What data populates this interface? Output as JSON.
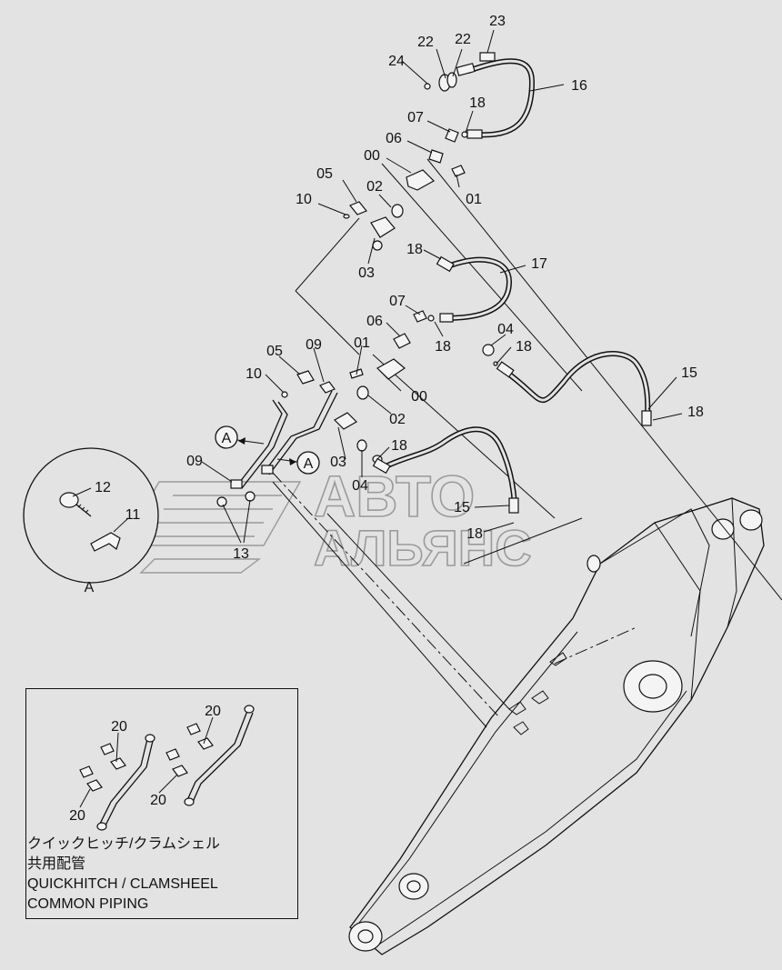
{
  "labels": {
    "p16": "16",
    "p17": "17",
    "p15a": "15",
    "p15b": "15",
    "p18a": "18",
    "p18b": "18",
    "p18c": "18",
    "p18d": "18",
    "p18e": "18",
    "p18f": "18",
    "p18g": "18",
    "p22a": "22",
    "p22b": "22",
    "p23": "23",
    "p24": "24",
    "p07a": "07",
    "p07b": "07",
    "p06a": "06",
    "p06b": "06",
    "p00a": "00",
    "p00b": "00",
    "p01a": "01",
    "p01b": "01",
    "p05a": "05",
    "p05b": "05",
    "p02a": "02",
    "p02b": "02",
    "p10a": "10",
    "p10b": "10",
    "p03a": "03",
    "p03b": "03",
    "p09a": "09",
    "p09b": "09",
    "p04a": "04",
    "p04b": "04",
    "p12": "12",
    "p11": "11",
    "p13": "13",
    "p20a": "20",
    "p20b": "20",
    "p20c": "20",
    "p20d": "20"
  },
  "view_markers": {
    "a1": "A",
    "a2": "A",
    "detail": "A"
  },
  "inset_caption": {
    "line1": "クイックヒッチ/クラムシェル",
    "line2": "共用配管",
    "line3": "QUICKHITCH / CLAMSHEEL",
    "line4": "COMMON  PIPING"
  },
  "watermark": {
    "line1": "АВТО",
    "line2": "АЛЬЯНС"
  }
}
